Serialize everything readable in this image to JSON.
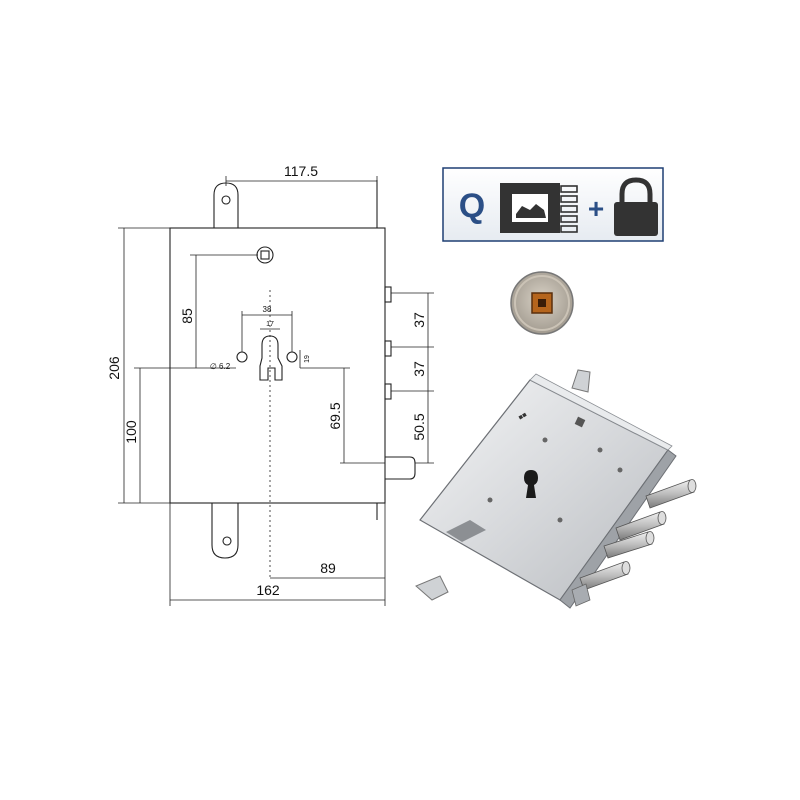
{
  "drawing": {
    "dimensions": {
      "top_width": "117.5",
      "cylinder_height": "85",
      "overall_height": "206",
      "lower_height": "100",
      "bolt_spacing_1": "37",
      "bolt_spacing_2": "37",
      "lower_offset_1": "69.5",
      "lower_offset_2": "50.5",
      "cylinder_span": "38",
      "cylinder_inner": "17",
      "hole_diameter": "∅ 6.2",
      "small_offset": "19",
      "backset": "89",
      "overall_width": "162"
    }
  },
  "badge": {
    "letter": "Q",
    "plus": "+"
  },
  "icons": {
    "key_card": "key-card-icon",
    "padlock": "padlock-icon",
    "square_follower": "square-follower-icon",
    "lock_photo": "lock-body-photo"
  },
  "colors": {
    "badge_text": "#2b4f86",
    "badge_border": "#1e3f73",
    "icon_fill": "#333333",
    "follower_square": "#b5651d"
  }
}
